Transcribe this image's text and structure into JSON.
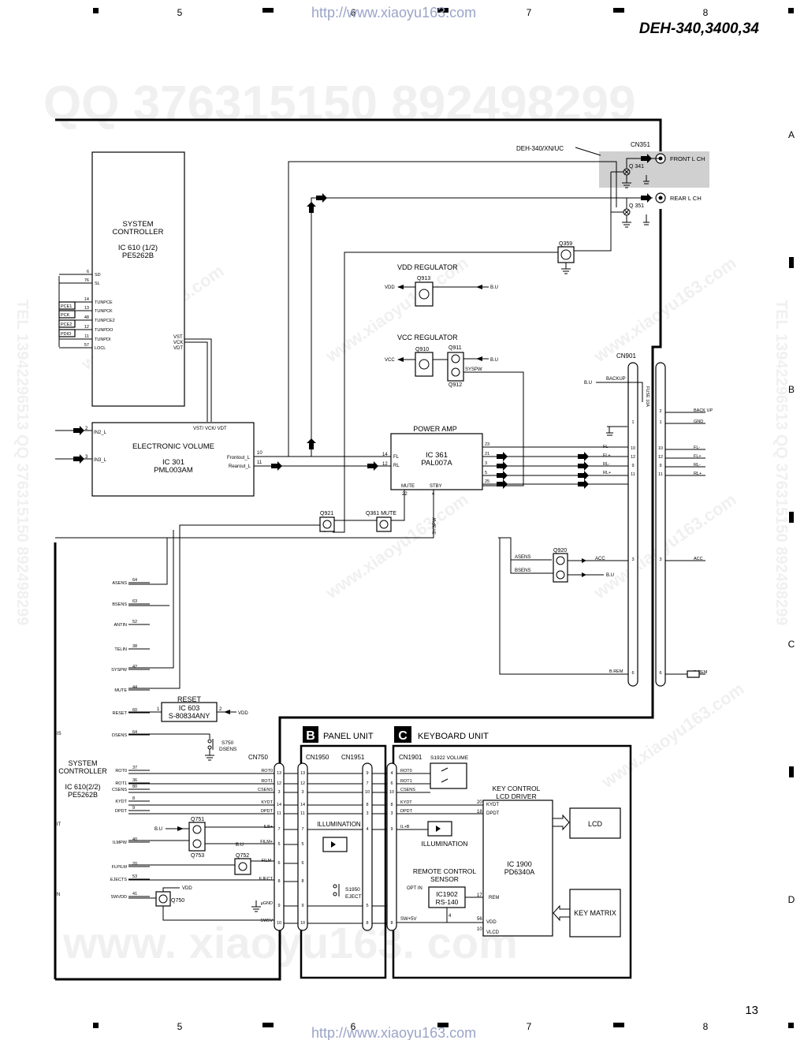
{
  "header": {
    "model": "DEH-340,3400,34",
    "url_top": "http://www.xiaoyu163.com",
    "url_bottom": "http://www.xiaoyu163.com",
    "page_number": "13",
    "col_labels": [
      "5",
      "6",
      "7",
      "8"
    ],
    "row_labels": [
      "A",
      "B",
      "C",
      "D"
    ]
  },
  "watermarks": {
    "qq": "QQ 376315150   892498299",
    "tel": "TEL 13942296513  QQ 376315150  892498299",
    "site": "www.xiaoyu163.com",
    "bottom": "www. xiaoyu163. com"
  },
  "blocks": {
    "sysctrl1": {
      "title1": "SYSTEM",
      "title2": "CONTROLLER",
      "ic": "IC 610 (1/2)",
      "part": "PE5262B",
      "pins": [
        [
          "6",
          "SD"
        ],
        [
          "76",
          "SL"
        ],
        [
          "14",
          "TUNPCE"
        ],
        [
          "13",
          "TUNPCK"
        ],
        [
          "48",
          "TUNPCE2"
        ],
        [
          "12",
          "TUNPDO"
        ],
        [
          "11",
          "TUNPDI"
        ],
        [
          "57",
          "LOCL"
        ]
      ],
      "nets": [
        "PCE1",
        "PCK",
        "PCE2",
        "PDIO"
      ],
      "vst": [
        "VST",
        "VCK",
        "VDT"
      ]
    },
    "evol": {
      "title": "ELECTRONIC VOLUME",
      "ic": "IC 301",
      "part": "PML003AM",
      "bus": "VST/ VCK/ VDT",
      "in2": "IN2_L",
      "in3": "IN3_L",
      "pin2": "2",
      "pin3": "3",
      "fo": "Frontout_L",
      "ro": "Rearout_L",
      "p10": "10",
      "p11": "11"
    },
    "amp": {
      "title": "POWER AMP",
      "ic": "IC 361",
      "part": "PAL007A",
      "fl": "FL",
      "rl": "RL",
      "p14": "14",
      "p12": "12",
      "outs": [
        "23",
        "21",
        "3",
        "5",
        "25"
      ],
      "mute": "MUTE",
      "stby": "STBY",
      "p22": "22",
      "p4": "4"
    },
    "vdd": {
      "title": "VDD REGULATOR",
      "q": "Q913",
      "vdd": "VDD",
      "bu": "B.U"
    },
    "vcc": {
      "title": "VCC REGULATOR",
      "q1": "Q910",
      "q2": "Q911",
      "q3": "Q912",
      "vcc": "VCC",
      "bu": "B.U",
      "sys": "SYSPW"
    },
    "cn351": {
      "title": "CN351",
      "model": "DEH-340/XN/UC",
      "front": "FRONT L CH",
      "rear": "REAR L CH",
      "q341": "Q 341",
      "q351": "Q 351",
      "q359": "Q359"
    },
    "cn901": {
      "title": "CN901",
      "bu": "B.U",
      "backup": "BACKUP",
      "fuse": "FUSE 10A",
      "rows": [
        [
          "2",
          "BACK UP"
        ],
        [
          "1",
          "GND"
        ],
        [
          "10",
          "FL-"
        ],
        [
          "12",
          "FL+"
        ],
        [
          "9",
          "RL-"
        ],
        [
          "11",
          "RL+"
        ],
        [
          "3",
          "ACC"
        ],
        [
          "6",
          "B.REM"
        ]
      ],
      "inner": [
        "FL-",
        "FL+",
        "RL-",
        "RL+"
      ]
    },
    "q921": "Q921",
    "q361": "Q361 MUTE",
    "q920": "Q920",
    "asens": "ASENS",
    "bsens": "BSENS",
    "acc": "ACC",
    "bu": "B.U",
    "sysv": "SYSPW",
    "sysctrl2": {
      "t1": "SYSTEM",
      "t2": "CONTROLLER",
      "ic": "IC 610(2/2)",
      "part": "PE5262B",
      "pins": [
        [
          "64",
          "ASENS"
        ],
        [
          "63",
          "BSENS"
        ],
        [
          "52",
          "ANTIN"
        ],
        [
          "38",
          "TELIN"
        ],
        [
          "42",
          "SYSPW"
        ],
        [
          "44",
          "MUTE"
        ],
        [
          "60",
          "RESET"
        ],
        [
          "64",
          "DSENS"
        ],
        [
          "37",
          "ROT0"
        ],
        [
          "36",
          "ROT1"
        ],
        [
          "80",
          "CSENS"
        ],
        [
          "8",
          "KYDT"
        ],
        [
          "9",
          "DPDT"
        ],
        [
          "40",
          "ILMPW"
        ],
        [
          "20",
          "FLPILM"
        ],
        [
          "53",
          "EJECTS"
        ],
        [
          "41",
          "SWVDD"
        ]
      ],
      "side": [
        "IS",
        "IT",
        "N"
      ]
    },
    "reset": {
      "title": "RESET",
      "ic": "IC 603",
      "part": "S-80834ANY",
      "p1": "1",
      "p2": "2",
      "vdd": "VDD"
    },
    "s750": {
      "s": "S750",
      "d": "DSENS"
    },
    "cn750": {
      "title": "CN750",
      "q751": "Q751",
      "q753": "Q753",
      "q752": "Q752",
      "q750": "Q750",
      "bu": "B.U",
      "vdd": "VDD",
      "rows": [
        [
          "13",
          "ROT0"
        ],
        [
          "12",
          "ROT1"
        ],
        [
          "3",
          "CSENS"
        ],
        [
          "14",
          "KYDT"
        ],
        [
          "11",
          "DPDT"
        ],
        [
          "7",
          "ILB+"
        ],
        [
          "5",
          "FILM+"
        ],
        [
          "6",
          "FILM-"
        ],
        [
          "8",
          "EJECT"
        ],
        [
          "9",
          "µGND"
        ],
        [
          "10",
          "SW5V"
        ]
      ]
    },
    "panel": {
      "letter": "B",
      "title": "PANEL UNIT",
      "cn1": "CN1950",
      "cn2": "CN1951",
      "illum": "ILLUMINATION",
      "s1950": "S1950",
      "eject": "EJECT",
      "left": [
        "13",
        "12",
        "3",
        "14",
        "11",
        "7",
        "5",
        "6",
        "8",
        "9",
        "10"
      ],
      "right": [
        "9",
        "7",
        "10",
        "8",
        "3",
        "4",
        "",
        "",
        "",
        "5",
        "8"
      ]
    },
    "keyboard": {
      "letter": "C",
      "title": "KEYBOARD UNIT",
      "cn": "CN1901",
      "s1922": "S1922 VOLUME",
      "rows": [
        [
          "4",
          "ROT0"
        ],
        [
          "6",
          "ROT1"
        ],
        [
          "10",
          "CSENS"
        ],
        [
          "8",
          "KYDT"
        ],
        [
          "3",
          "DPDT"
        ],
        [
          "9",
          "IL+B"
        ]
      ],
      "illum": "ILLUMINATION",
      "remote1": "REMOTE CONTROL",
      "remote2": "SENSOR",
      "optin": "OPT IN",
      "ic1902": "IC1902",
      "rs": "RS-140",
      "sw": "SW+5V",
      "p4": "4",
      "p8": "8",
      "kcl1": "KEY CONTROL",
      "kcl2": "LCD DRIVER",
      "kydt": "KYDT",
      "dpdt": "DPDT",
      "p20": "20",
      "p18": "18",
      "ic1900": "IC 1900",
      "pd": "PD6340A",
      "rem": "REM",
      "p17": "17",
      "vdd": "VDD",
      "vlcd": "VLCD",
      "p56": "56",
      "p10": "10",
      "lcd": "LCD",
      "keymatrix": "KEY MATRIX"
    }
  }
}
